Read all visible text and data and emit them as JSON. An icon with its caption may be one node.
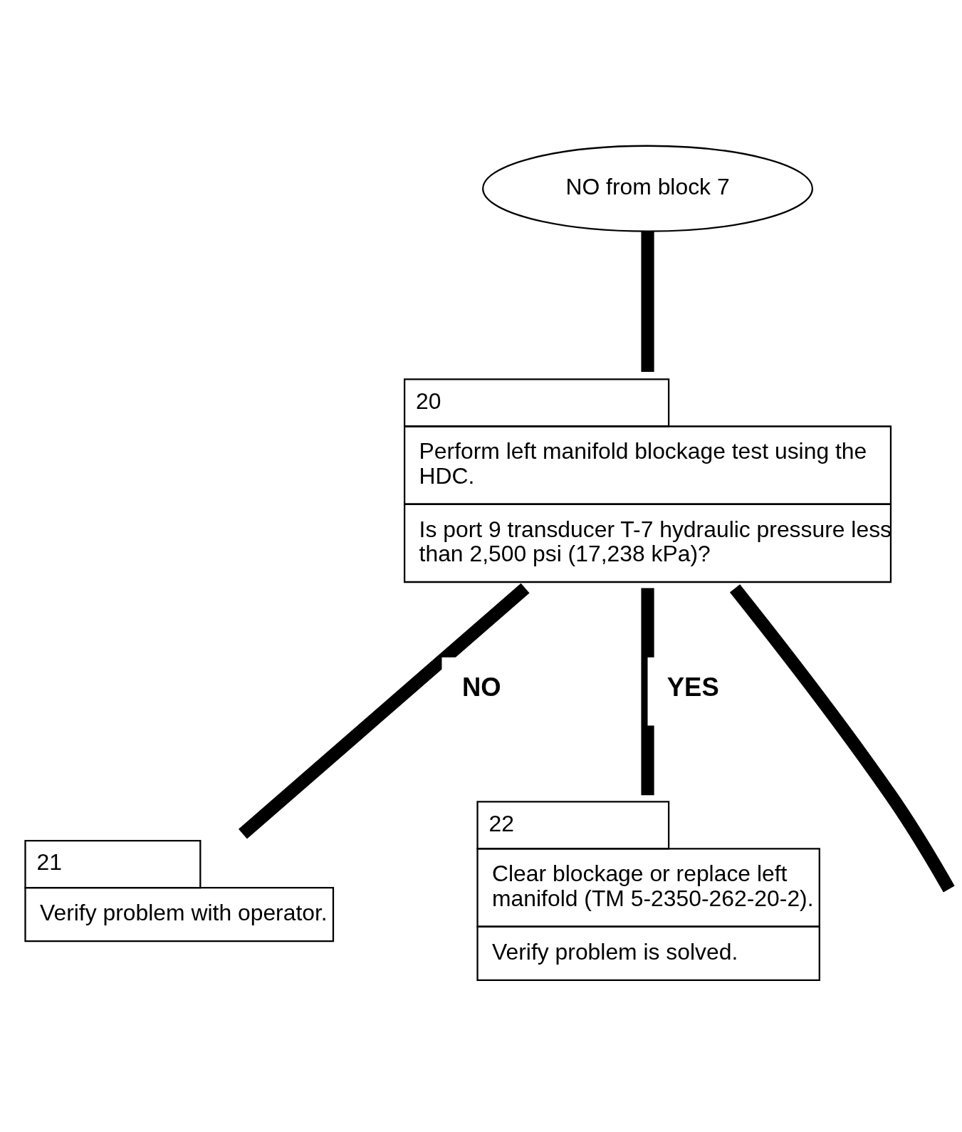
{
  "diagram": {
    "nodes": [
      {
        "text": [
          "NO from block 7"
        ]
      },
      {
        "text": [
          "20",
          "Perform left manifold blockage test using the HDC.",
          "Is port 9 transducer T-7 hydraulic pressure less than 2,500 psi (17,238 kPa)?"
        ]
      },
      {
        "text": [
          "21",
          "Verify problem with operator."
        ]
      },
      {
        "text": [
          "22",
          "Clear blockage or replace left manifold (TM 5-2350-262-20-2).",
          "Verify problem is solved."
        ]
      }
    ],
    "edges": [
      {
        "from": 0,
        "to": 1,
        "arrow": "none"
      },
      {
        "from": 1,
        "to": null,
        "arrow": "none"
      },
      {
        "from": 1,
        "to": 2,
        "label": "NO",
        "arrow": "none"
      },
      {
        "from": 1,
        "to": 3,
        "label": "YES",
        "arrow": "none"
      }
    ]
  }
}
